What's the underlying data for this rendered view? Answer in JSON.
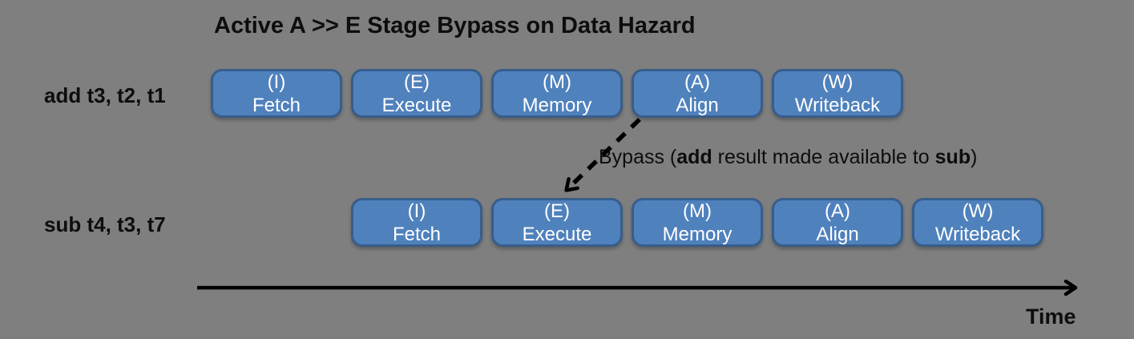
{
  "title": "Active A >> E Stage Bypass on Data Hazard",
  "colors": {
    "background": "#7f7f7f",
    "box_fill": "#4f81bd",
    "box_border": "#385d8a",
    "box_text": "#ffffff",
    "text": "#0d0d0d",
    "arrow": "#000000"
  },
  "rows": [
    {
      "label": "add t3, t2, t1",
      "start_slot": 0,
      "stages": [
        {
          "abbr": "(I)",
          "name": "Fetch"
        },
        {
          "abbr": "(E)",
          "name": "Execute"
        },
        {
          "abbr": "(M)",
          "name": "Memory"
        },
        {
          "abbr": "(A)",
          "name": "Align"
        },
        {
          "abbr": "(W)",
          "name": "Writeback"
        }
      ]
    },
    {
      "label": "sub t4, t3, t7",
      "start_slot": 1,
      "stages": [
        {
          "abbr": "(I)",
          "name": "Fetch"
        },
        {
          "abbr": "(E)",
          "name": "Execute"
        },
        {
          "abbr": "(M)",
          "name": "Memory"
        },
        {
          "abbr": "(A)",
          "name": "Align"
        },
        {
          "abbr": "(W)",
          "name": "Writeback"
        }
      ]
    }
  ],
  "bypass": {
    "prefix": "Bypass (",
    "bold_add": "add",
    "middle": " result made available to ",
    "bold_sub": "sub",
    "suffix": ")"
  },
  "time_axis": {
    "label": "Time"
  }
}
